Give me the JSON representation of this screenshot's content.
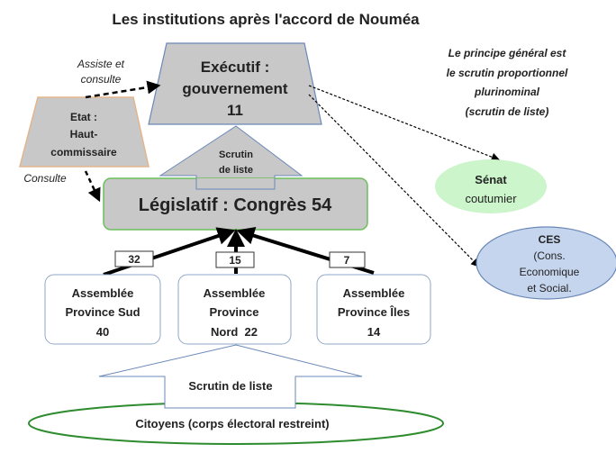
{
  "title": "Les institutions après l'accord de Nouméa",
  "executive": {
    "lines": [
      "Exécutif :",
      "gouvernement",
      "11"
    ]
  },
  "etat": {
    "lines": [
      "Etat :",
      "Haut-",
      "commissaire"
    ]
  },
  "assiste": {
    "lines": [
      "Assiste et",
      "consulte"
    ]
  },
  "consulte": "Consulte",
  "scrutin_top": {
    "lines": [
      "Scrutin",
      "de liste"
    ]
  },
  "legislative": "Législatif : Congrès 54",
  "seats": {
    "sud": "32",
    "nord": "15",
    "iles": "7"
  },
  "provinces": [
    {
      "lines": [
        "Assemblée",
        "Province Sud",
        "40"
      ]
    },
    {
      "lines": [
        "Assemblée",
        "Province",
        "Nord  22"
      ]
    },
    {
      "lines": [
        "Assemblée",
        "Province Îles",
        "14"
      ]
    }
  ],
  "scrutin_bottom": "Scrutin de liste",
  "citoyens": "Citoyens (corps électoral restreint)",
  "principle": {
    "lines": [
      "Le principe général est",
      "le scrutin proportionnel",
      "plurinominal",
      "(scrutin de liste)"
    ]
  },
  "senat": {
    "lines": [
      "Sénat",
      "coutumier"
    ]
  },
  "ces": {
    "lines": [
      "CES",
      "(Cons.",
      "Economique",
      "et Social."
    ]
  },
  "colors": {
    "gray": "#c8c8c8",
    "green_border": "#6bbf5a",
    "senat": "#ccf5cc",
    "ces": "#c6d5ee",
    "blue_border": "#6a88b8",
    "etat_border": "#e3b58c",
    "citoyens_border": "#2e8b2e"
  }
}
